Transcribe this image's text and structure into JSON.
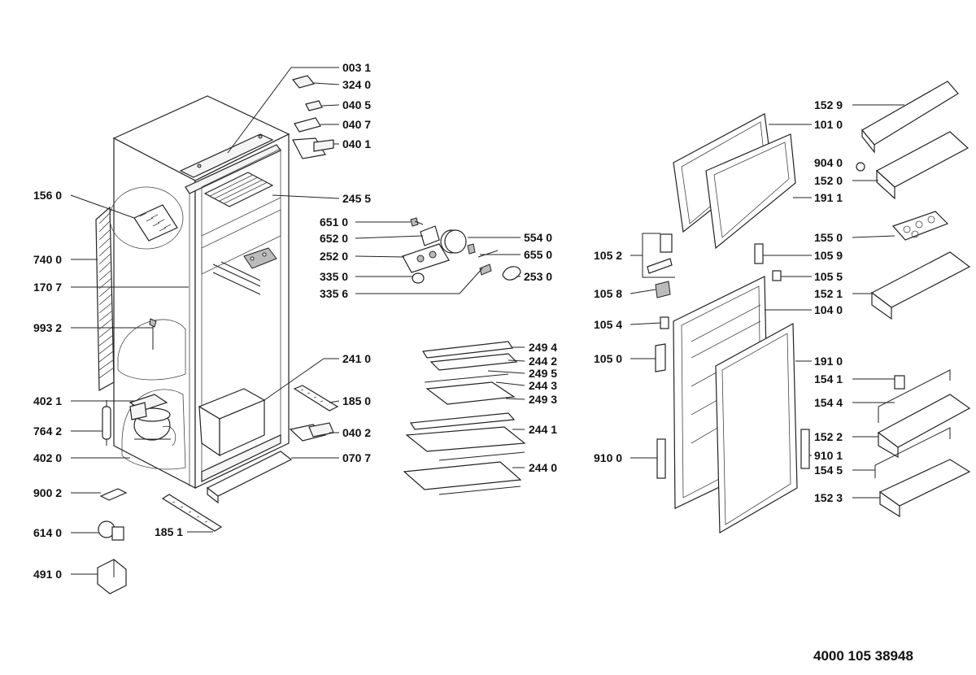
{
  "diagram": {
    "parts": {
      "p0031": "003 1",
      "p3240": "324 0",
      "p0405": "040 5",
      "p0407": "040 7",
      "p0401": "040 1",
      "p1560": "156 0",
      "p2455": "245 5",
      "p6510": "651 0",
      "p6520": "652 0",
      "p2520": "252 0",
      "p3350": "335 0",
      "p3356": "335 6",
      "p5540": "554 0",
      "p6550": "655 0",
      "p2530": "253 0",
      "p7400": "740 0",
      "p1707": "170 7",
      "p9932": "993 2",
      "p2494": "249 4",
      "p2442": "244 2",
      "p2495": "249 5",
      "p2443": "244 3",
      "p2493": "249 3",
      "p2441": "244 1",
      "p2440": "244 0",
      "p2410": "241 0",
      "p4021": "402 1",
      "p7642": "764 2",
      "p4020": "402 0",
      "p1850": "185 0",
      "p0402": "040 2",
      "p0707": "070 7",
      "p9002": "900 2",
      "p6140": "614 0",
      "p1851": "185 1",
      "p4910": "491 0",
      "p1529": "152 9",
      "p1010": "101 0",
      "p9040": "904 0",
      "p1520": "152 0",
      "p1911": "191 1",
      "p1550": "155 0",
      "p1052": "105 2",
      "p1059": "105 9",
      "p1055": "105 5",
      "p1521": "152 1",
      "p1058": "105 8",
      "p1040": "104 0",
      "p1054": "105 4",
      "p1050": "105 0",
      "p1910": "191 0",
      "p1541": "154 1",
      "p1544": "154 4",
      "p1522": "152 2",
      "p9100": "910 0",
      "p9101": "910 1",
      "p1545": "154 5",
      "p1523": "152 3"
    },
    "document_number": "4000 105 38948"
  }
}
